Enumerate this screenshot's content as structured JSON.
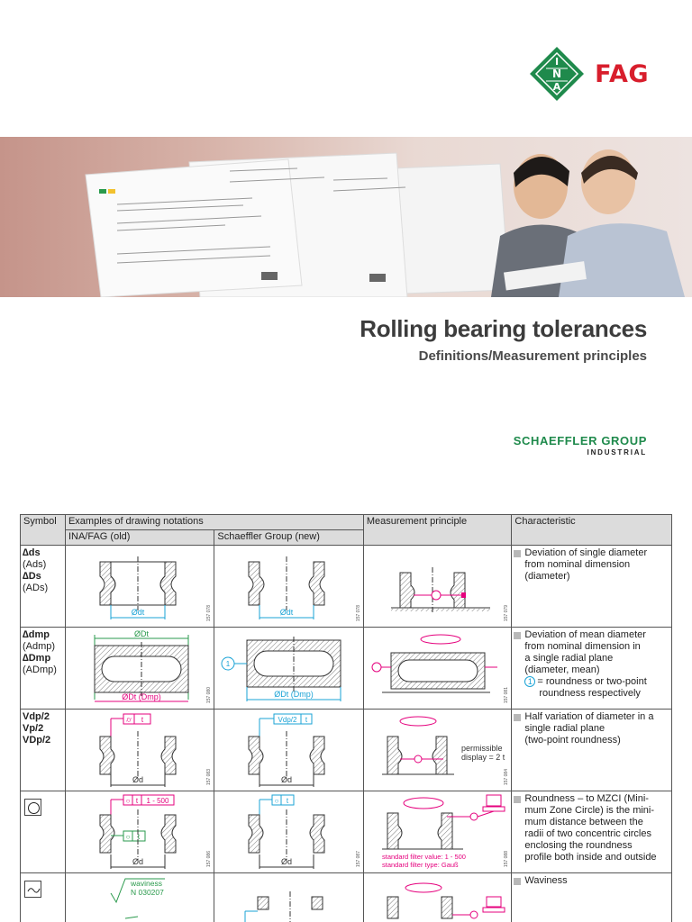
{
  "brand": {
    "fag": "FAG",
    "ina_letters": [
      "I",
      "N",
      "A"
    ]
  },
  "header": {
    "title": "Rolling bearing tolerances",
    "subtitle": "Definitions/Measurement principles"
  },
  "company": {
    "name": "SCHAEFFLER GROUP",
    "division": "INDUSTRIAL"
  },
  "table": {
    "headers": {
      "symbol": "Symbol",
      "examples": "Examples of drawing notations",
      "old": "INA/FAG (old)",
      "new": "Schaeffler Group (new)",
      "measurement": "Measurement principle",
      "characteristic": "Characteristic"
    },
    "rows": [
      {
        "symbols": [
          "∆ds",
          "(Ads)",
          "∆Ds",
          "(ADs)"
        ],
        "old_label": "Ødt",
        "new_label": "Ødt",
        "codes": [
          "157 078",
          "157 078",
          "157 079"
        ],
        "char": [
          "Deviation of single diameter",
          "from nominal dimension",
          "(diameter)"
        ]
      },
      {
        "symbols": [
          "∆dmp",
          "(Admp)",
          "∆Dmp",
          "(ADmp)"
        ],
        "old_top": "ØDt",
        "old_bottom": "ØDt  (Dmp)",
        "new_label": "ØDt  (Dmp)",
        "new_marker": "1",
        "codes": [
          "157 080",
          "157 081"
        ],
        "char": [
          "Deviation of mean diameter",
          "from nominal dimension in",
          "a single radial plane",
          "(diameter, mean)"
        ],
        "note_marker": "1",
        "note": [
          "= roundness or two-point",
          "roundness respectively"
        ]
      },
      {
        "symbols": [
          "Vdp/2",
          "Vp/2",
          "VDp/2"
        ],
        "old_frame": [
          "⌭",
          "t"
        ],
        "old_label": "Ød",
        "new_frame": [
          "Vdp/2",
          "t"
        ],
        "new_label": "Ød",
        "meas_note": [
          "permissible",
          "display = 2 t"
        ],
        "codes": [
          "157 083",
          "157 084"
        ],
        "char": [
          "Half variation of diameter in a",
          "single radial plane",
          "(two-point roundness)"
        ]
      },
      {
        "symbol_icon": "circle-roundness-icon",
        "old_frame": [
          "○",
          "t",
          "1 - 500"
        ],
        "old_frame2": [
          "○",
          "t"
        ],
        "old_label": "Ød",
        "new_frame": [
          "○",
          "t"
        ],
        "new_label": "Ød",
        "meas_note": [
          "standard filter value: 1 - 500",
          "standard filter type: Gauß"
        ],
        "codes": [
          "157 086",
          "157 087",
          "157 088"
        ],
        "char": [
          "Roundness – to MZCI (Mini-",
          "mum Zone Circle) is the mini-",
          "mum distance between the",
          "radii of two concentric circles",
          "enclosing the roundness",
          "profile both inside and outside"
        ]
      },
      {
        "symbol_icon": "waviness-icon",
        "old_note": [
          "waviness",
          "N 030207"
        ],
        "char": [
          "Waviness"
        ]
      }
    ]
  }
}
